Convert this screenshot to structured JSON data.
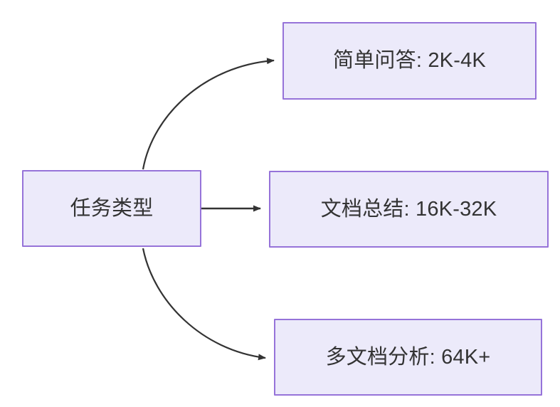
{
  "diagram": {
    "type": "flowchart",
    "direction": "left-to-right",
    "background_color": "#ffffff",
    "node_fill_color": "#ECEAFA",
    "node_border_color": "#9673D9",
    "text_color": "#333333",
    "edge_color": "#333333",
    "nodes": [
      {
        "id": "root",
        "label": "任务类型"
      },
      {
        "id": "simple_qa",
        "label": "简单问答: 2K-4K"
      },
      {
        "id": "doc_sum",
        "label": "文档总结: 16K-32K"
      },
      {
        "id": "multi_doc",
        "label": "多文档分析: 64K+"
      }
    ],
    "edges": [
      {
        "from": "root",
        "to": "simple_qa",
        "label": "",
        "style": "curved-arrow"
      },
      {
        "from": "root",
        "to": "doc_sum",
        "label": "",
        "style": "straight-arrow"
      },
      {
        "from": "root",
        "to": "multi_doc",
        "label": "",
        "style": "curved-arrow"
      }
    ]
  }
}
